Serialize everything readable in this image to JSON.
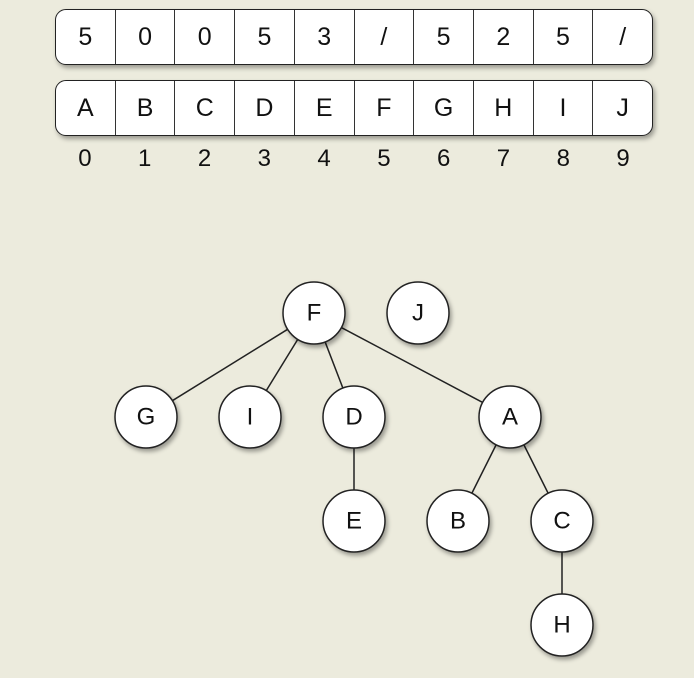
{
  "arrays": {
    "parent": [
      "5",
      "0",
      "0",
      "5",
      "3",
      "/",
      "5",
      "2",
      "5",
      "/"
    ],
    "labels": [
      "A",
      "B",
      "C",
      "D",
      "E",
      "F",
      "G",
      "H",
      "I",
      "J"
    ],
    "indices": [
      "0",
      "1",
      "2",
      "3",
      "4",
      "5",
      "6",
      "7",
      "8",
      "9"
    ]
  },
  "forest": {
    "nodes": [
      {
        "id": "F",
        "label": "F"
      },
      {
        "id": "J",
        "label": "J"
      },
      {
        "id": "G",
        "label": "G"
      },
      {
        "id": "I",
        "label": "I"
      },
      {
        "id": "D",
        "label": "D"
      },
      {
        "id": "A",
        "label": "A"
      },
      {
        "id": "E",
        "label": "E"
      },
      {
        "id": "B",
        "label": "B"
      },
      {
        "id": "C",
        "label": "C"
      },
      {
        "id": "H",
        "label": "H"
      }
    ],
    "edges": [
      {
        "from": "F",
        "to": "G"
      },
      {
        "from": "F",
        "to": "I"
      },
      {
        "from": "F",
        "to": "D"
      },
      {
        "from": "F",
        "to": "A"
      },
      {
        "from": "D",
        "to": "E"
      },
      {
        "from": "A",
        "to": "B"
      },
      {
        "from": "A",
        "to": "C"
      },
      {
        "from": "C",
        "to": "H"
      }
    ]
  }
}
